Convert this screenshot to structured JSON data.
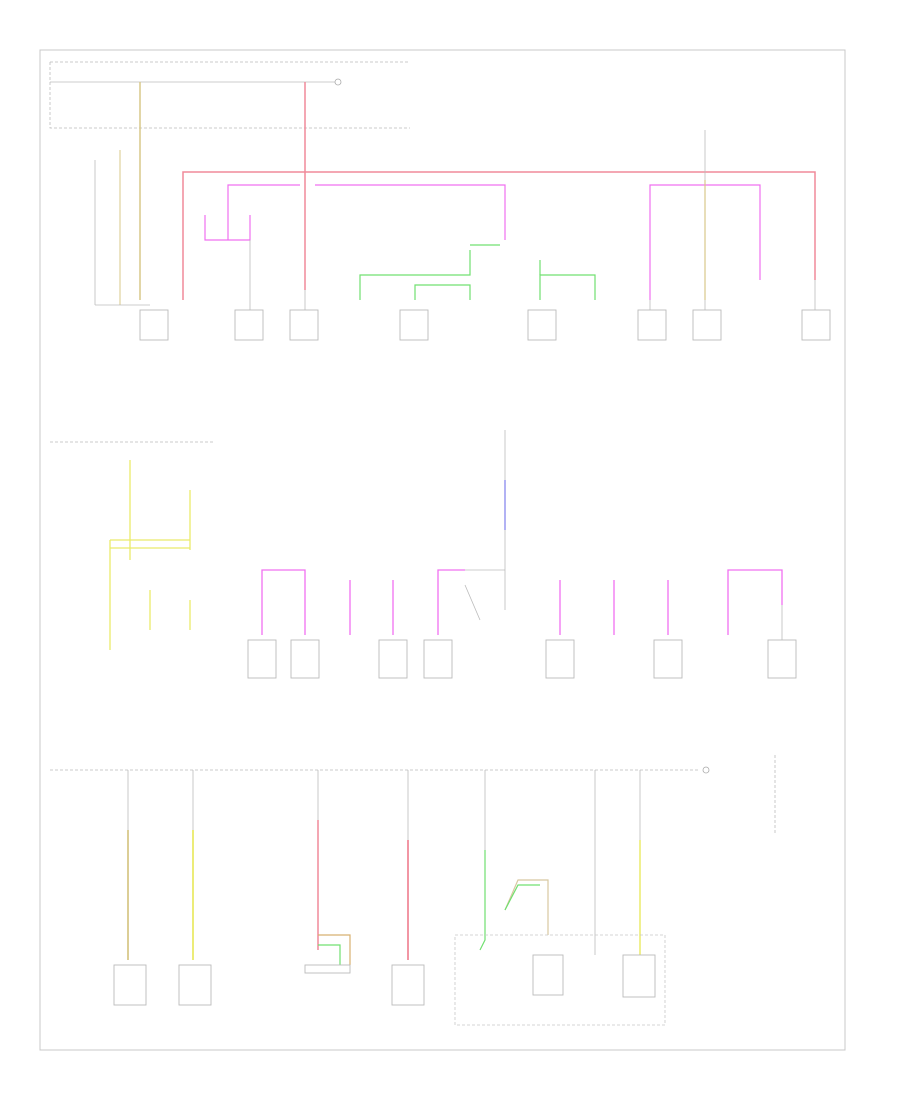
{
  "diagram": {
    "frame_id": "",
    "colors": {
      "red": "#f08a9a",
      "pink": "#f070f0",
      "green": "#70e070",
      "yellow": "#eaea6a",
      "tan": "#d8c88a",
      "blue": "#9898f0",
      "gray": "#bbbbbb"
    },
    "sections": [
      {
        "name": "top-power-distribution",
        "supply_labels": [
          "",
          ""
        ],
        "components": [
          {
            "label": "",
            "wire": "gray"
          },
          {
            "label": "",
            "wire": "tan"
          },
          {
            "label": "",
            "wire": "pink"
          },
          {
            "label": "",
            "wire": "red"
          },
          {
            "label": "",
            "wire": "green"
          },
          {
            "label": "",
            "wire": "green"
          },
          {
            "label": "",
            "wire": "green"
          },
          {
            "label": "",
            "wire": "green"
          },
          {
            "label": "",
            "wire": "green"
          },
          {
            "label": "",
            "wire": "pink"
          },
          {
            "label": "",
            "wire": "tan"
          },
          {
            "label": "",
            "wire": "pink"
          },
          {
            "label": "",
            "wire": "red"
          }
        ]
      },
      {
        "name": "middle-power-distribution",
        "supply_labels": [
          "",
          ""
        ],
        "components": [
          {
            "label": "",
            "wire": "pink"
          },
          {
            "label": "",
            "wire": "pink"
          },
          {
            "label": "",
            "wire": "pink"
          },
          {
            "label": "",
            "wire": "pink"
          },
          {
            "label": "",
            "wire": "pink"
          },
          {
            "label": "",
            "wire": "pink"
          },
          {
            "label": "",
            "wire": "pink"
          },
          {
            "label": "",
            "wire": "pink"
          },
          {
            "label": "",
            "wire": "pink"
          },
          {
            "label": "",
            "wire": "pink"
          },
          {
            "label": "",
            "wire": "pink"
          }
        ]
      },
      {
        "name": "bottom-power-distribution",
        "supply_labels": [
          "",
          ""
        ],
        "components": [
          {
            "label": "",
            "wire": "tan"
          },
          {
            "label": "",
            "wire": "yellow"
          },
          {
            "label": "",
            "wire": "red"
          },
          {
            "label": "",
            "wire": "red"
          },
          {
            "label": "",
            "wire": "green"
          },
          {
            "label": "",
            "wire": "green"
          },
          {
            "label": "",
            "wire": "gray"
          },
          {
            "label": "",
            "wire": "yellow"
          }
        ]
      }
    ]
  }
}
